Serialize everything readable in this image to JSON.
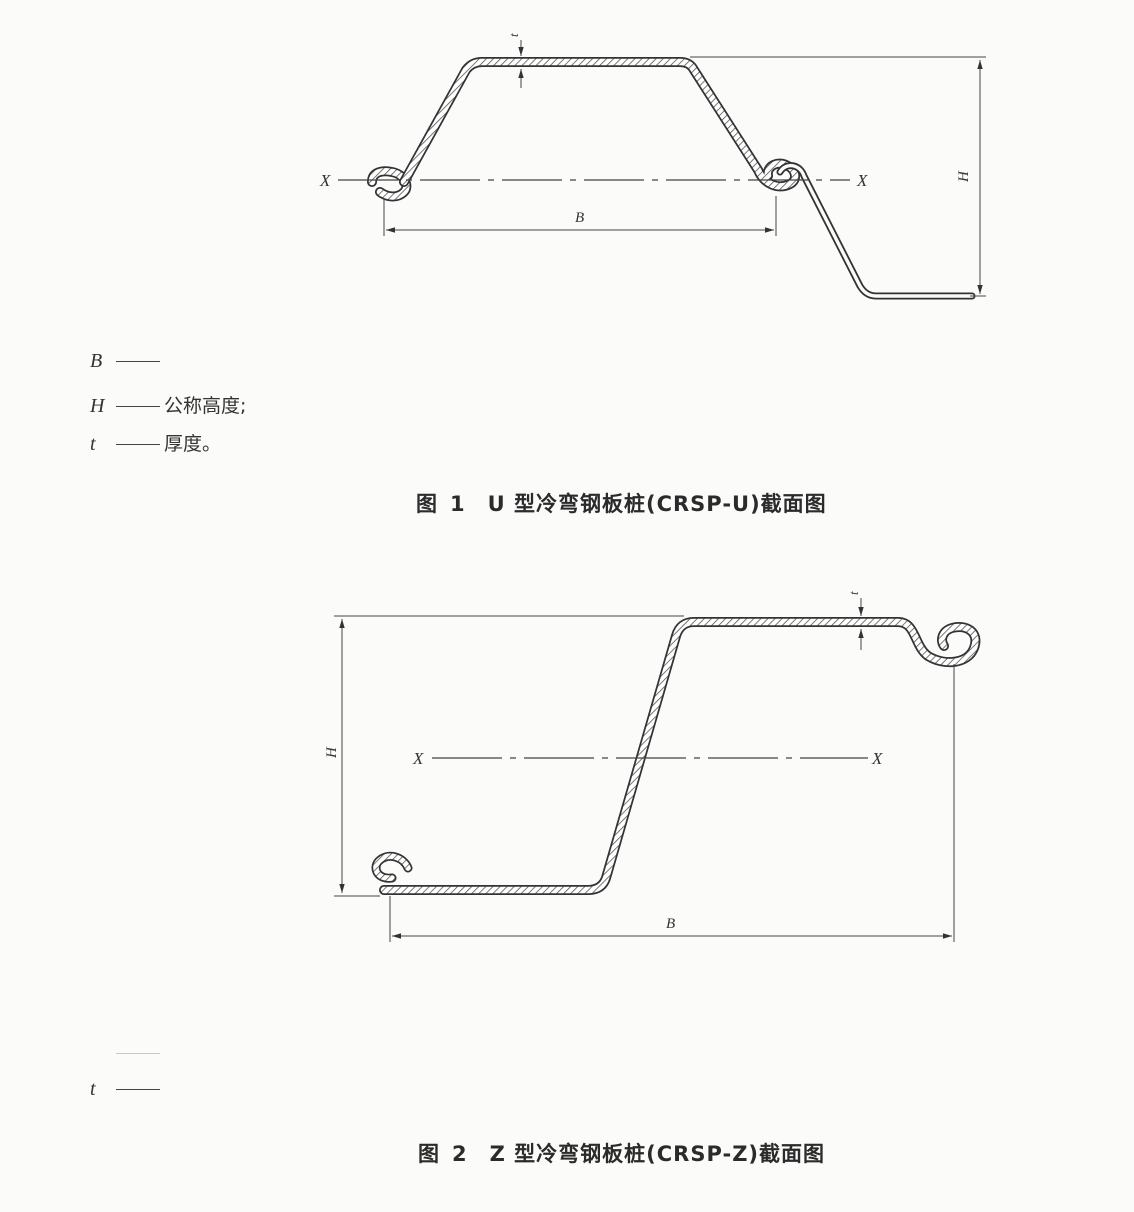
{
  "figure1": {
    "number_label": "图",
    "number": "1",
    "title": "U 型冷弯钢板桩(CRSP-U)截面图",
    "dims": {
      "B": "B",
      "H": "H",
      "t": "t",
      "axis_left": "X",
      "axis_right": "X"
    },
    "legend": [
      {
        "symbol": "B",
        "text": ""
      },
      {
        "symbol": "H",
        "text": "公称高度;"
      },
      {
        "symbol": "t",
        "text": "厚度。"
      }
    ]
  },
  "figure2": {
    "number_label": "图",
    "number": "2",
    "title": "Z 型冷弯钢板桩(CRSP-Z)截面图",
    "dims": {
      "B": "B",
      "H": "H",
      "t": "t",
      "axis_left": "X",
      "axis_right": "X"
    },
    "legend": [
      {
        "symbol": "t",
        "text": ""
      }
    ]
  },
  "colors": {
    "line": "#333333",
    "hatch": "#555555",
    "background": "#fbfbfa"
  }
}
